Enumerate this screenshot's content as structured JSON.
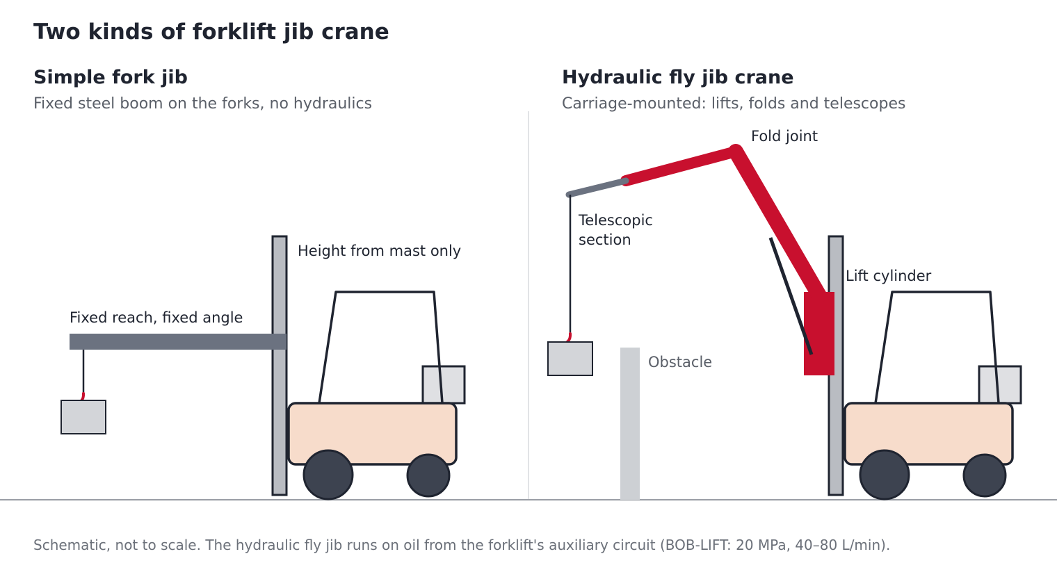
{
  "title": "Two kinds of forklift jib crane",
  "left_panel": {
    "title": "Simple fork jib",
    "subtitle": "Fixed steel boom on the forks, no hydraulics",
    "labels": {
      "height": "Height from mast only",
      "reach": "Fixed reach, fixed angle"
    }
  },
  "right_panel": {
    "title": "Hydraulic fly jib crane",
    "subtitle": "Carriage-mounted: lifts, folds and telescopes",
    "labels": {
      "fold_joint": "Fold joint",
      "telescopic_line1": "Telescopic",
      "telescopic_line2": "section",
      "lift_cylinder": "Lift cylinder",
      "obstacle": "Obstacle"
    }
  },
  "footnote": "Schematic, not to scale. The hydraulic fly jib runs on oil from the forklift's auxiliary circuit (BOB-LIFT: 20 MPa, 40–80 L/min).",
  "colors": {
    "ink": "#1f2430",
    "steel_gray": "#6b7280",
    "crane_red": "#c8102e",
    "mast_fill": "#b9bcc2",
    "body_fill": "#f7dccb",
    "wheel_fill": "#3d4350",
    "load_fill": "#d3d5d9",
    "obstacle_fill": "#cdd0d4",
    "ground": "#9a9ea5"
  },
  "icons": [
    "forklift-icon",
    "hook-icon",
    "load-box-icon"
  ]
}
